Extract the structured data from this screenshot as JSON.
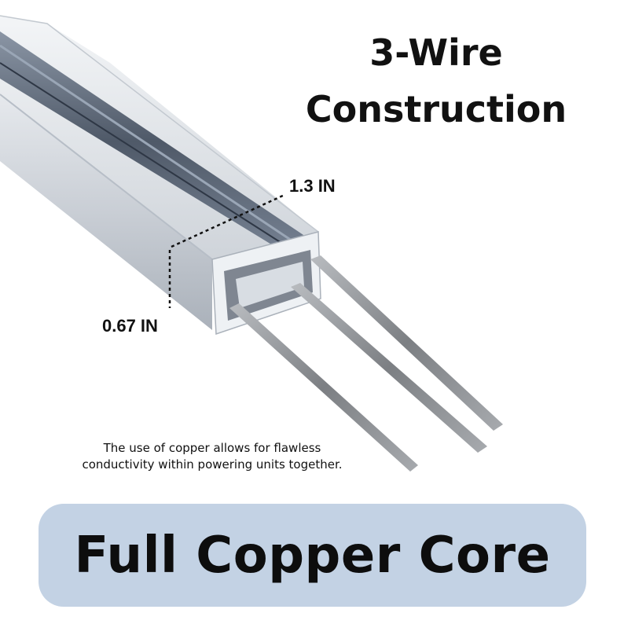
{
  "headline": {
    "line1": "3-Wire",
    "line2": "Construction"
  },
  "dimensions": {
    "width_label": "1.3 IN",
    "height_label": "0.67 IN"
  },
  "description": {
    "line1": "The use of copper allows for flawless",
    "line2": "conductivity within powering units together."
  },
  "banner": {
    "text": "Full Copper Core",
    "background_color": "#c3d2e4"
  },
  "product": {
    "icon": "track-rail-with-three-copper-wires-photo",
    "rail_color": "#dfe3e8",
    "channel_color": "#4e5a6c",
    "wire_color": "#8f9296"
  }
}
